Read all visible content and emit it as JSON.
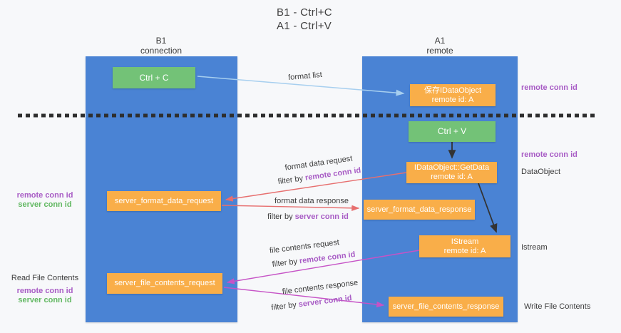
{
  "title": {
    "line1": "B1 - Ctrl+C",
    "line2": "A1 - Ctrl+V"
  },
  "columns": {
    "b1": {
      "title": "B1",
      "subtitle": "connection"
    },
    "a1": {
      "title": "A1",
      "subtitle": "remote"
    }
  },
  "boxes": {
    "ctrl_c": {
      "label": "Ctrl + C"
    },
    "save_idataobject": {
      "line1": "保存IDataObject",
      "line2": "remote id: A"
    },
    "ctrl_v": {
      "label": "Ctrl + V"
    },
    "getdata": {
      "line1": "IDataObject::GetData",
      "line2": "remote id: A"
    },
    "format_request": {
      "label": "server_format_data_request"
    },
    "format_response": {
      "label": "server_format_data_response"
    },
    "istream": {
      "line1": "IStream",
      "line2": "remote id: A"
    },
    "file_request": {
      "label": "server_file_contents_request"
    },
    "file_response": {
      "label": "server_file_contents_response"
    }
  },
  "flow_labels": {
    "format_list": "format list",
    "format_data_request": "format data request",
    "format_data_request_filter_prefix": "filter by",
    "format_data_request_filter_key": "remote conn id",
    "format_data_response": "format data response",
    "format_data_response_filter_prefix": "filter by",
    "format_data_response_filter_key": "server conn id",
    "file_contents_request": "file contents request",
    "file_contents_request_filter_prefix": "filter by",
    "file_contents_request_filter_key": "remote conn id",
    "file_contents_response": "file contents response",
    "file_contents_response_filter_prefix": "filter by",
    "file_contents_response_filter_key": "server conn id"
  },
  "side_labels": {
    "right_remote_conn_id_top": "remote conn id",
    "right_remote_conn_id_mid": "remote conn id",
    "right_dataobject": "DataObject",
    "right_istream": "Istream",
    "right_write_file_contents": "Write File Contents",
    "left_remote_conn_id_top": "remote conn id",
    "left_server_conn_id_top": "server conn id",
    "left_read_file_contents": "Read File Contents",
    "left_remote_conn_id_bottom": "remote conn id",
    "left_server_conn_id_bottom": "server conn id"
  },
  "colors": {
    "column_blue": "#4a83d4",
    "box_green": "#73c277",
    "box_orange": "#f9ae49",
    "arrow_blue": "#a7cfef",
    "arrow_red": "#e76f6f",
    "arrow_magenta": "#c653c6",
    "arrow_black": "#333333",
    "label_purple": "#a85cc5",
    "label_green": "#62b862"
  }
}
